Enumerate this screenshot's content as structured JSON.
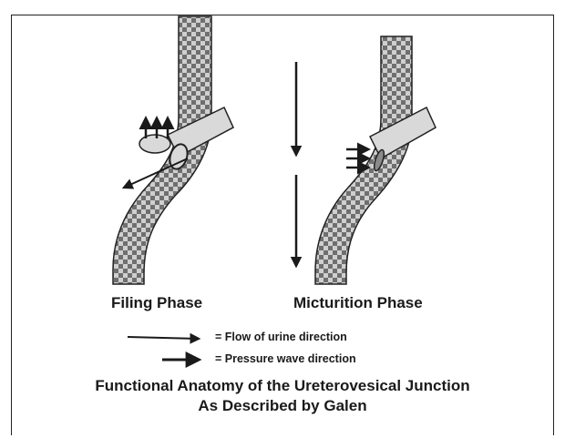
{
  "labels": {
    "filling_phase": "Filing Phase",
    "micturition_phase": "Micturition Phase"
  },
  "legend": {
    "flow_text": "= Flow of urine direction",
    "pressure_text": "= Pressure wave direction"
  },
  "caption": {
    "line1": "Functional Anatomy of the Ureterovesical Junction",
    "line2": "As Described by Galen"
  },
  "colors": {
    "checker_dark": "#6f6f6f",
    "checker_light": "#cfcfcf",
    "outline": "#222222",
    "tube_fill": "#d9d9d9",
    "arrow": "#1a1a1a"
  }
}
